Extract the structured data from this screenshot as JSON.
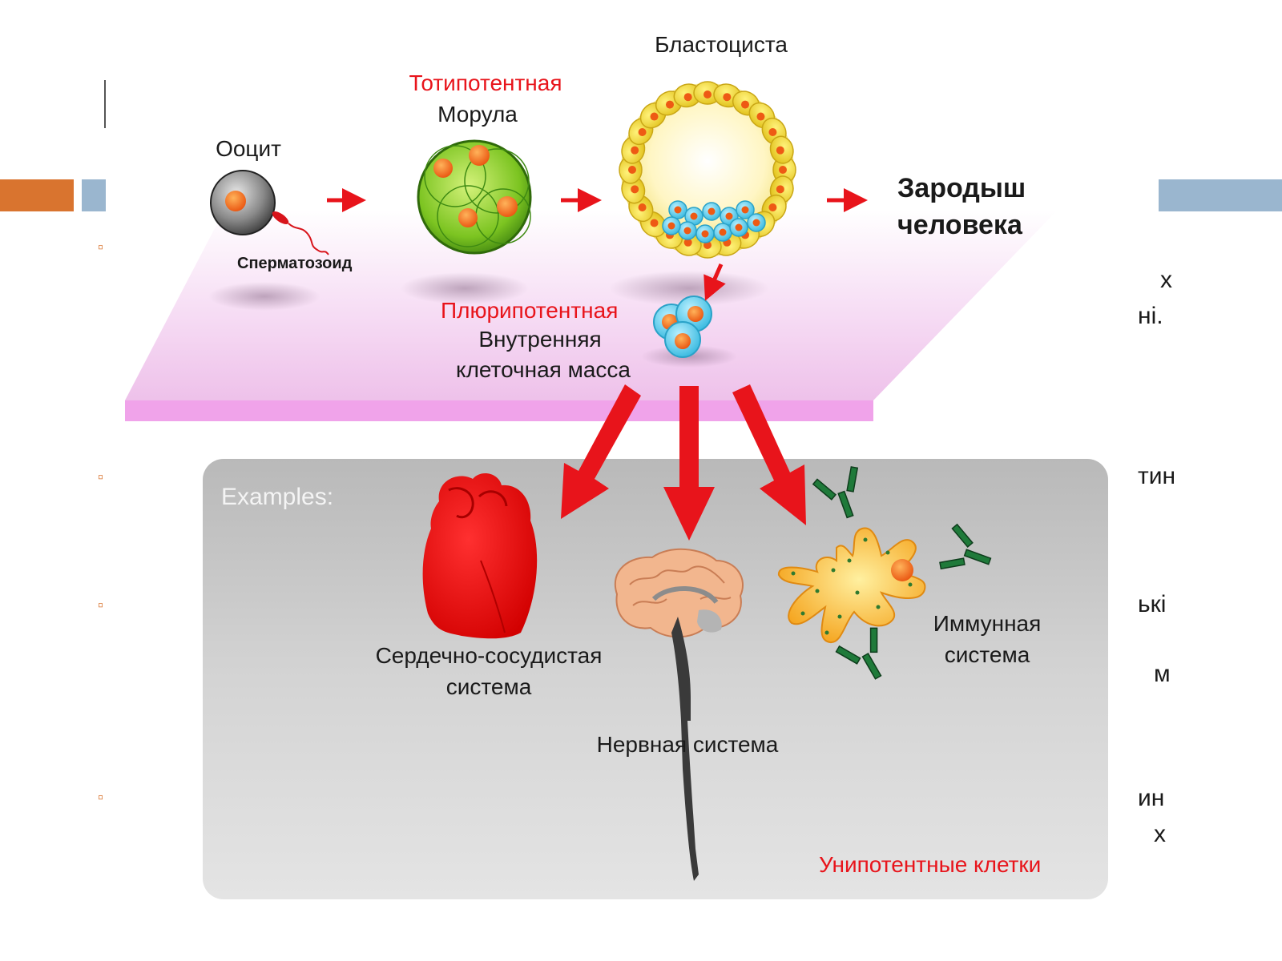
{
  "stages": {
    "oocyte": "Ооцит",
    "sperm": "Сперматозоид",
    "totipotent": "Тотипотентная",
    "morula": "Морула",
    "blastocyst": "Бластоциста",
    "embryo_line1": "Зародыш",
    "embryo_line2": "человека",
    "pluripotent": "Плюрипотентная",
    "icm_line1": "Внутренняя",
    "icm_line2": "клеточная масса"
  },
  "examples": {
    "heading": "Examples:",
    "cardio_line1": "Сердечно-сосудистая",
    "cardio_line2": "система",
    "nervous": "Нервная система",
    "immune_line1": "Иммунная",
    "immune_line2": "система",
    "unipotent": "Унипотентные клетки"
  },
  "slide_fragments": [
    "х",
    "ні.",
    "тин",
    "ькі",
    "м",
    "ин",
    "х"
  ],
  "colors": {
    "accent_red": "#e8141b",
    "platform_pink": "#f2c6ef",
    "panel_gray": "#c6c6c6",
    "header_orange": "#d9742f",
    "header_blue": "#9ab6cf"
  }
}
